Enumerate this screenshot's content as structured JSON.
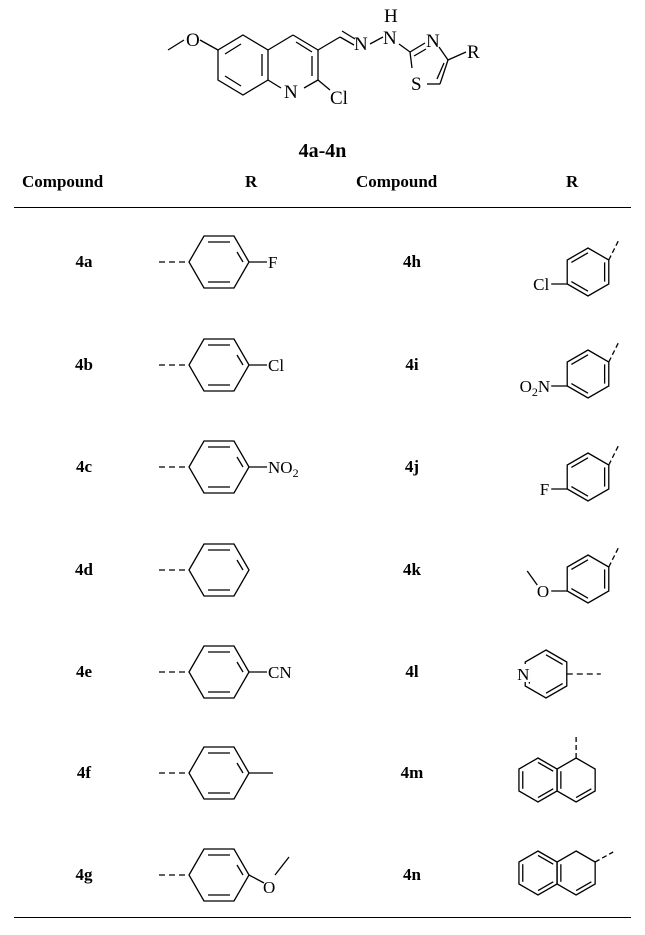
{
  "scaffold": {
    "atoms": {
      "O": "O",
      "N_ring": "N",
      "Cl": "Cl",
      "N_hydrazone": "N",
      "NH_N": "N",
      "NH_H": "H",
      "thiazole_N": "N",
      "S": "S",
      "R": "R"
    }
  },
  "series_label": "4a-4n",
  "headers": {
    "compound_left": "Compound",
    "r_left": "R",
    "compound_right": "Compound",
    "r_right": "R"
  },
  "rows_left": [
    {
      "compound": "4a",
      "r_label": "F"
    },
    {
      "compound": "4b",
      "r_label": "Cl"
    },
    {
      "compound": "4c",
      "r_label": "NO",
      "r_sub": "2"
    },
    {
      "compound": "4d",
      "r_label": ""
    },
    {
      "compound": "4e",
      "r_label": "CN"
    },
    {
      "compound": "4f",
      "r_label": ""
    },
    {
      "compound": "4g",
      "r_label": "O"
    }
  ],
  "rows_right": [
    {
      "compound": "4h",
      "r_label": "Cl"
    },
    {
      "compound": "4i",
      "r_label": "O",
      "r_sub": "2",
      "r_label2": "N"
    },
    {
      "compound": "4j",
      "r_label": "F"
    },
    {
      "compound": "4k",
      "r_label": "O"
    },
    {
      "compound": "4l",
      "r_label": "N"
    },
    {
      "compound": "4m",
      "r_label": ""
    },
    {
      "compound": "4n",
      "r_label": ""
    }
  ]
}
